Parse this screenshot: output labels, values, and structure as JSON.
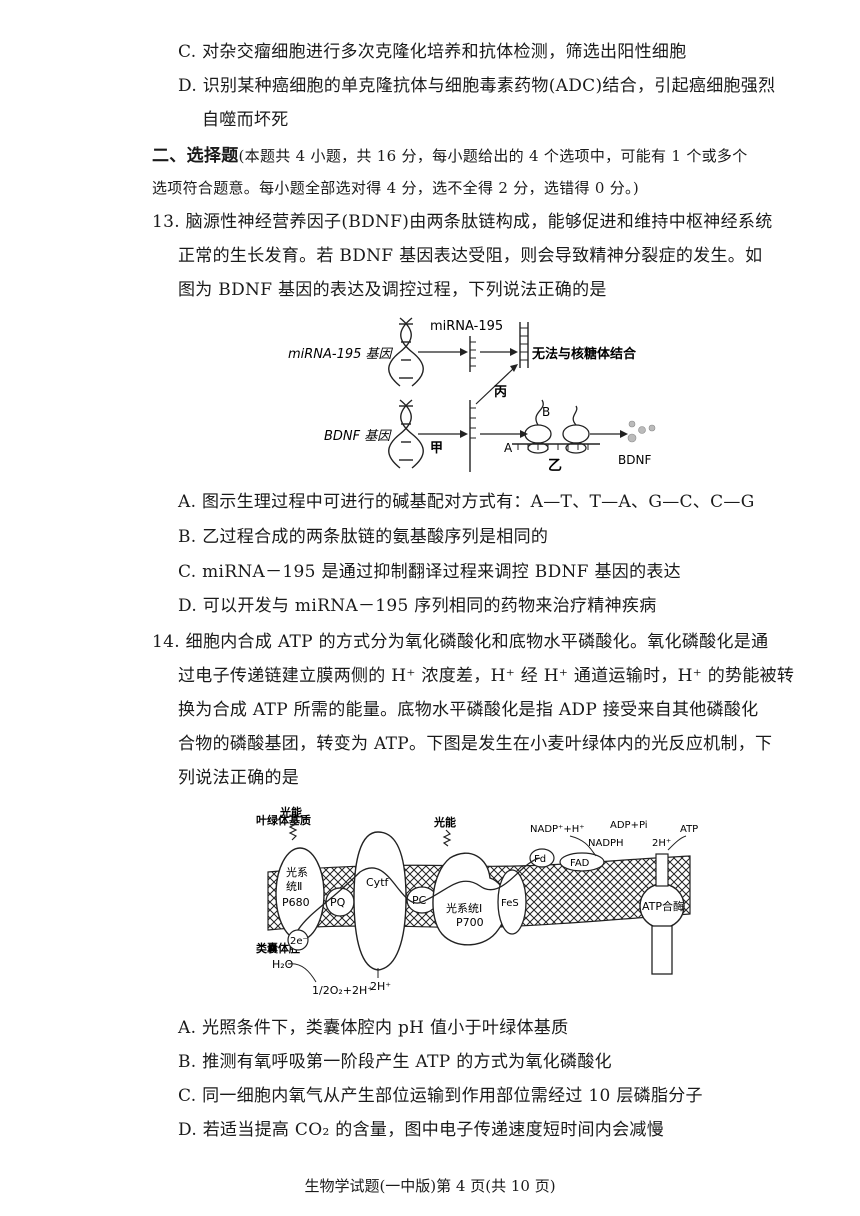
{
  "q12_tail": {
    "option_c": "C. 对杂交瘤细胞进行多次克隆化培养和抗体检测，筛选出阳性细胞",
    "option_d_1": "D. 识别某种癌细胞的单克隆抗体与细胞毒素药物(ADC)结合，引起癌细胞强烈",
    "option_d_2": "自噬而坏死"
  },
  "section2": {
    "title": "二、选择题",
    "desc_1": "(本题共 4 小题，共 16 分，每小题给出的 4 个选项中，可能有 1 个或多个",
    "desc_2": "选项符合题意。每小题全部选对得 4 分，选不全得 2 分，选错得 0 分。)"
  },
  "q13": {
    "line1": "13. 脑源性神经营养因子(BDNF)由两条肽链构成，能够促进和维持中枢神经系统",
    "line2": "正常的生长发育。若 BDNF 基因表达受阻，则会导致精神分裂症的发生。如",
    "line3": "图为 BDNF 基因的表达及调控过程，下列说法正确的是",
    "option_a": "A. 图示生理过程中可进行的碱基配对方式有：A—T、T—A、G—C、C—G",
    "option_b": "B. 乙过程合成的两条肽链的氨基酸序列是相同的",
    "option_c": "C. miRNA－195 是通过抑制翻译过程来调控 BDNF 基因的表达",
    "option_d": "D. 可以开发与 miRNA－195 序列相同的药物来治疗精神疾病",
    "figure": {
      "mirna_gene": "miRNA-195 基因",
      "mirna": "miRNA-195",
      "no_bind": "无法与核糖体结合",
      "bing": "丙",
      "bdnf_gene": "BDNF 基因",
      "jia": "甲",
      "a": "A",
      "b": "B",
      "yi": "乙",
      "bdnf": "BDNF"
    }
  },
  "q14": {
    "line1": "14. 细胞内合成 ATP 的方式分为氧化磷酸化和底物水平磷酸化。氧化磷酸化是通",
    "line2": "过电子传递链建立膜两侧的 H⁺ 浓度差，H⁺ 经 H⁺ 通道运输时，H⁺ 的势能被转",
    "line3": "换为合成 ATP 所需的能量。底物水平磷酸化是指 ADP 接受来自其他磷酸化",
    "line4": "合物的磷酸基团，转变为 ATP。下图是发生在小麦叶绿体内的光反应机制，下",
    "line5": "列说法正确的是",
    "option_a": "A. 光照条件下，类囊体腔内 pH 值小于叶绿体基质",
    "option_b": "B. 推测有氧呼吸第一阶段产生 ATP 的方式为氧化磷酸化",
    "option_c": "C. 同一细胞内氧气从产生部位运输到作用部位需经过 10 层磷脂分子",
    "option_d": "D. 若适当提高 CO₂ 的含量，图中电子传递速度短时间内会减慢",
    "figure": {
      "stroma": "叶绿体基质",
      "lumen": "类囊体腔",
      "light1": "光能",
      "light2": "光能",
      "ps2_a": "光系",
      "ps2_b": "统Ⅱ",
      "p680": "P680",
      "pq": "PQ",
      "cytf": "Cytf",
      "pc": "PC",
      "ps1": "光系统Ⅰ",
      "p700": "P700",
      "fes": "FeS",
      "fd": "Fd",
      "fad": "FAD",
      "nadp": "NADP⁺+H⁺",
      "nadph": "NADPH",
      "adp": "ADP+Pi",
      "twoh": "2H⁺",
      "atp": "ATP",
      "atp_synthase": "ATP合酶",
      "twoe": "2e⁻",
      "h2o": "H₂O",
      "o2": "1/2O₂+2H⁺",
      "h_lumen": "2H⁺"
    }
  },
  "footer": "生物学试题(一中版)第 4 页(共 10 页)"
}
